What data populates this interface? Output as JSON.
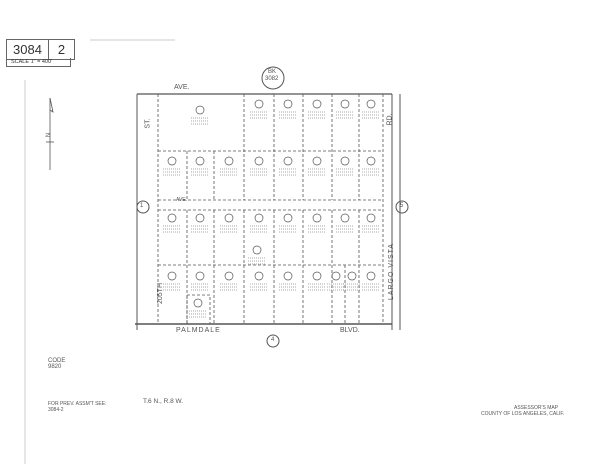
{
  "header": {
    "book": "3084",
    "page": "2",
    "scale": "SCALE 1\" = 400'"
  },
  "adjoining_book": {
    "line1": "BK",
    "line2": "3082"
  },
  "streets": {
    "top": "AVE.",
    "mid": "AVE.",
    "left_top": "ST.",
    "left_bottom": "205TH",
    "bottom_left": "PALMDALE",
    "bottom_right": "BLVD.",
    "right_road": "LARGO VISTA",
    "right_rd": "RD."
  },
  "adjoining_pages": {
    "left": "1",
    "right": "5",
    "bottom": "4"
  },
  "code": {
    "label": "CODE",
    "value": "9820"
  },
  "prev_assmt": {
    "line1": "FOR PREV. ASSM'T SEE:",
    "line2": "3084-2"
  },
  "township": "T.6 N., R.8 W.",
  "footer": {
    "line1": "ASSESSOR'S MAP",
    "line2": "COUNTY OF LOS ANGELES, CALIF."
  },
  "north_label": "N",
  "colors": {
    "ink": "#444444",
    "paper": "#ffffff"
  }
}
